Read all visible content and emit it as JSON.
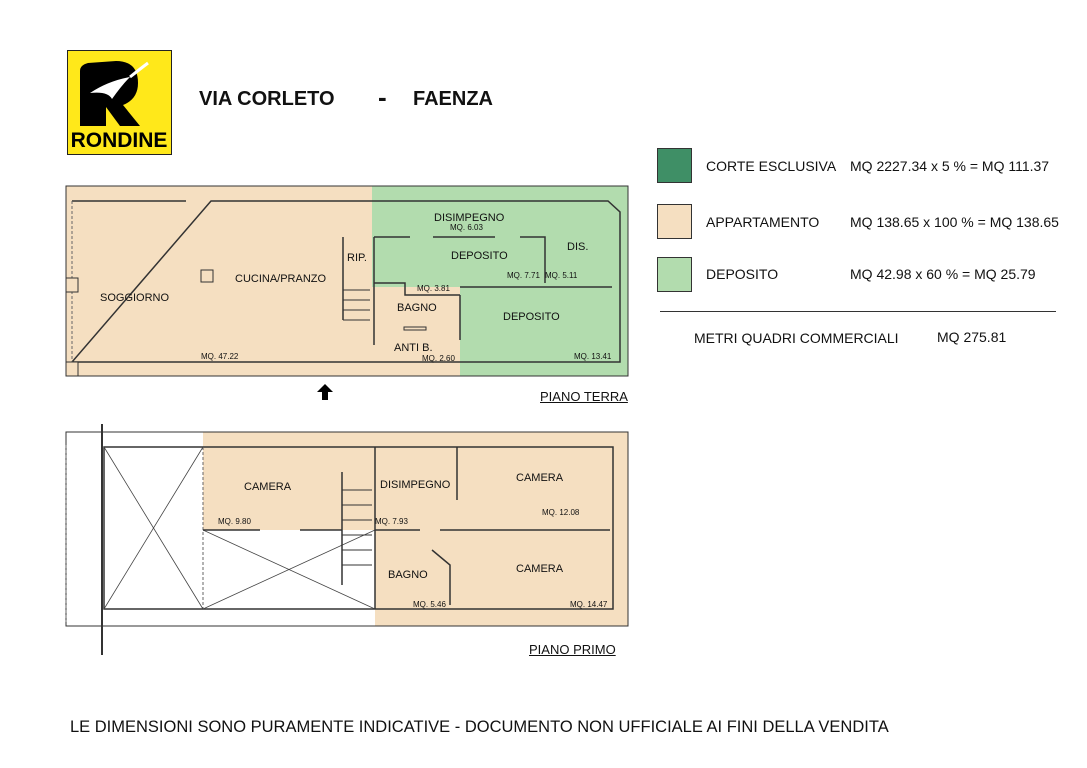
{
  "logo": {
    "text": "RONDINE",
    "colors": {
      "background": "#ffe81a",
      "mark": "#000000"
    }
  },
  "header": {
    "street": "VIA CORLETO",
    "separator": "-",
    "city": "FAENZA"
  },
  "legend": [
    {
      "color": "#3f8f66",
      "label": "CORTE ESCLUSIVA",
      "calc": "MQ 2227.34 x 5 % = MQ 111.37"
    },
    {
      "color": "#f5dfc1",
      "label": "APPARTAMENTO",
      "calc": "MQ 138.65 x 100 % = MQ 138.65"
    },
    {
      "color": "#b2dcae",
      "label": "DEPOSITO",
      "calc": "MQ 42.98 x 60 % = MQ 25.79"
    }
  ],
  "total": {
    "label": "METRI QUADRI COMMERCIALI",
    "value": "MQ 275.81"
  },
  "ground_floor": {
    "name": "PIANO TERRA",
    "rooms": [
      {
        "name": "SOGGIORNO",
        "area": ""
      },
      {
        "name": "CUCINA/PRANZO",
        "area": "MQ. 47.22"
      },
      {
        "name": "RIP.",
        "area": ""
      },
      {
        "name": "DISIMPEGNO",
        "area": "MQ. 6.03"
      },
      {
        "name": "DEPOSITO",
        "area": "MQ. 7.71"
      },
      {
        "name": "DIS.",
        "area": "MQ. 5.11"
      },
      {
        "name": "BAGNO",
        "area": "MQ. 3.81"
      },
      {
        "name": "ANTI B.",
        "area": "MQ. 2.60"
      },
      {
        "name": "DEPOSITO",
        "area": "MQ. 13.41"
      }
    ]
  },
  "first_floor": {
    "name": "PIANO PRIMO",
    "rooms": [
      {
        "name": "CAMERA",
        "area": "MQ. 9.80"
      },
      {
        "name": "DISIMPEGNO",
        "area": "MQ. 7.93"
      },
      {
        "name": "CAMERA",
        "area": "MQ. 12.08"
      },
      {
        "name": "BAGNO",
        "area": "MQ. 5.46"
      },
      {
        "name": "CAMERA",
        "area": "MQ. 14.47"
      }
    ]
  },
  "footer": "LE DIMENSIONI SONO PURAMENTE INDICATIVE -  DOCUMENTO NON UFFICIALE AI FINI DELLA VENDITA"
}
